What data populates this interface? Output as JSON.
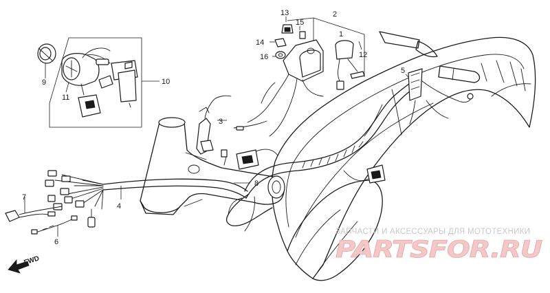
{
  "callouts": {
    "c1": "1",
    "c2": "2",
    "c3": "3",
    "c4": "4",
    "c5": "5",
    "c6": "6",
    "c7": "7",
    "c8": "8",
    "c9": "9",
    "c10": "10",
    "c11": "11",
    "c12": "12",
    "c13": "13",
    "c14": "14",
    "c15": "15",
    "c16": "16"
  },
  "direction_label": "FWD",
  "watermark": {
    "caption": "ЗАПЧАСТИ И АКСЕССУАРЫ ДЛЯ МОТОТЕХНИКИ",
    "logo": "PARTSFOR.RU",
    "colors": {
      "logo_fill": "#f3c8c8",
      "caption": "#c8c8c8"
    }
  }
}
